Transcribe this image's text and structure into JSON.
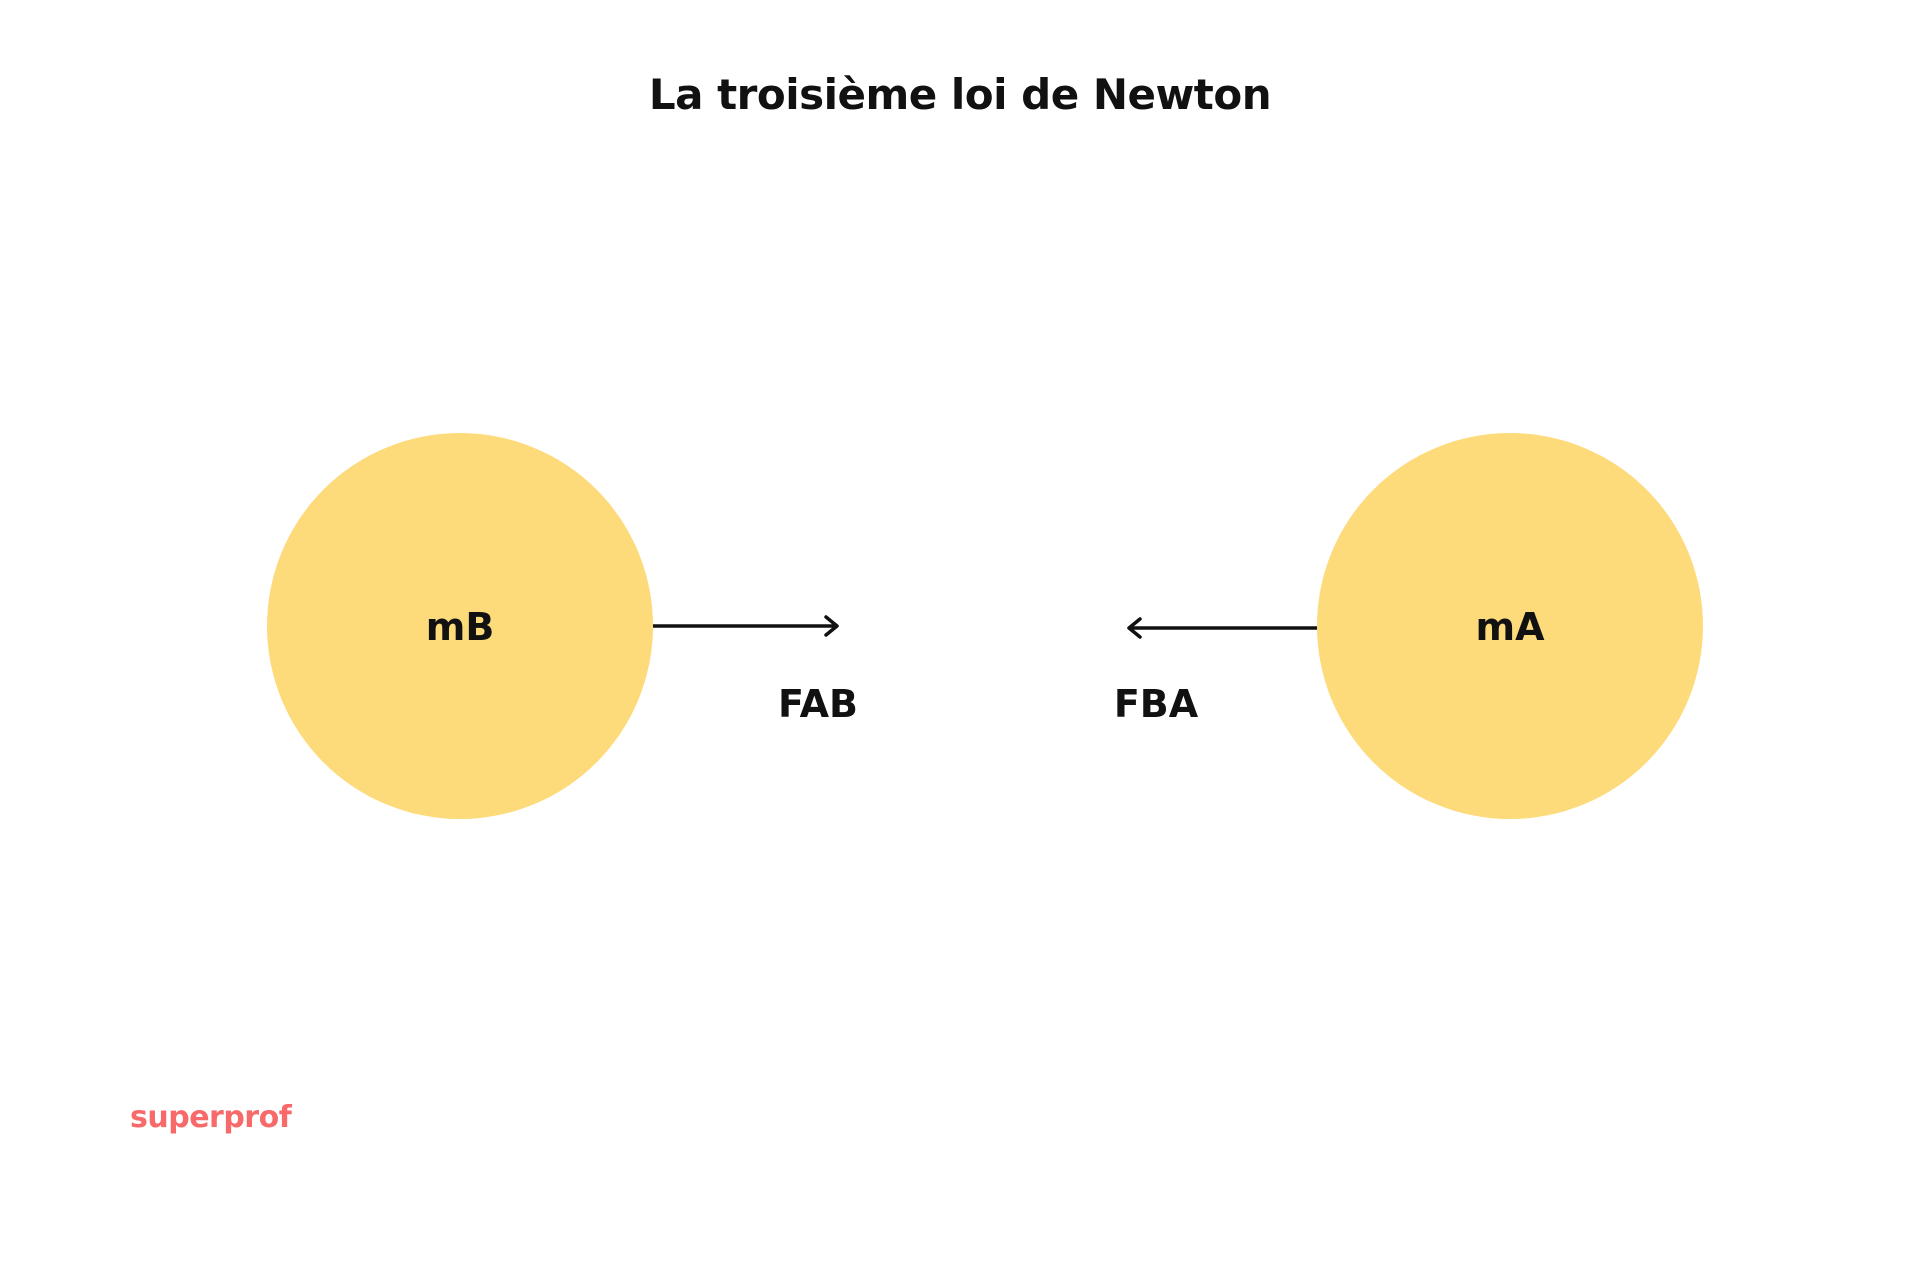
{
  "title": "La troisième loi de Newton",
  "bodies": {
    "left": {
      "label": "mB"
    },
    "right": {
      "label": "mA"
    }
  },
  "forces": {
    "left": {
      "label": "FAB",
      "direction": "right"
    },
    "right": {
      "label": "FBA",
      "direction": "left"
    }
  },
  "logo": {
    "text": "superprof"
  },
  "colors": {
    "circle": "#FDDA7A",
    "ink": "#111111",
    "logo": "#F86A6A"
  }
}
